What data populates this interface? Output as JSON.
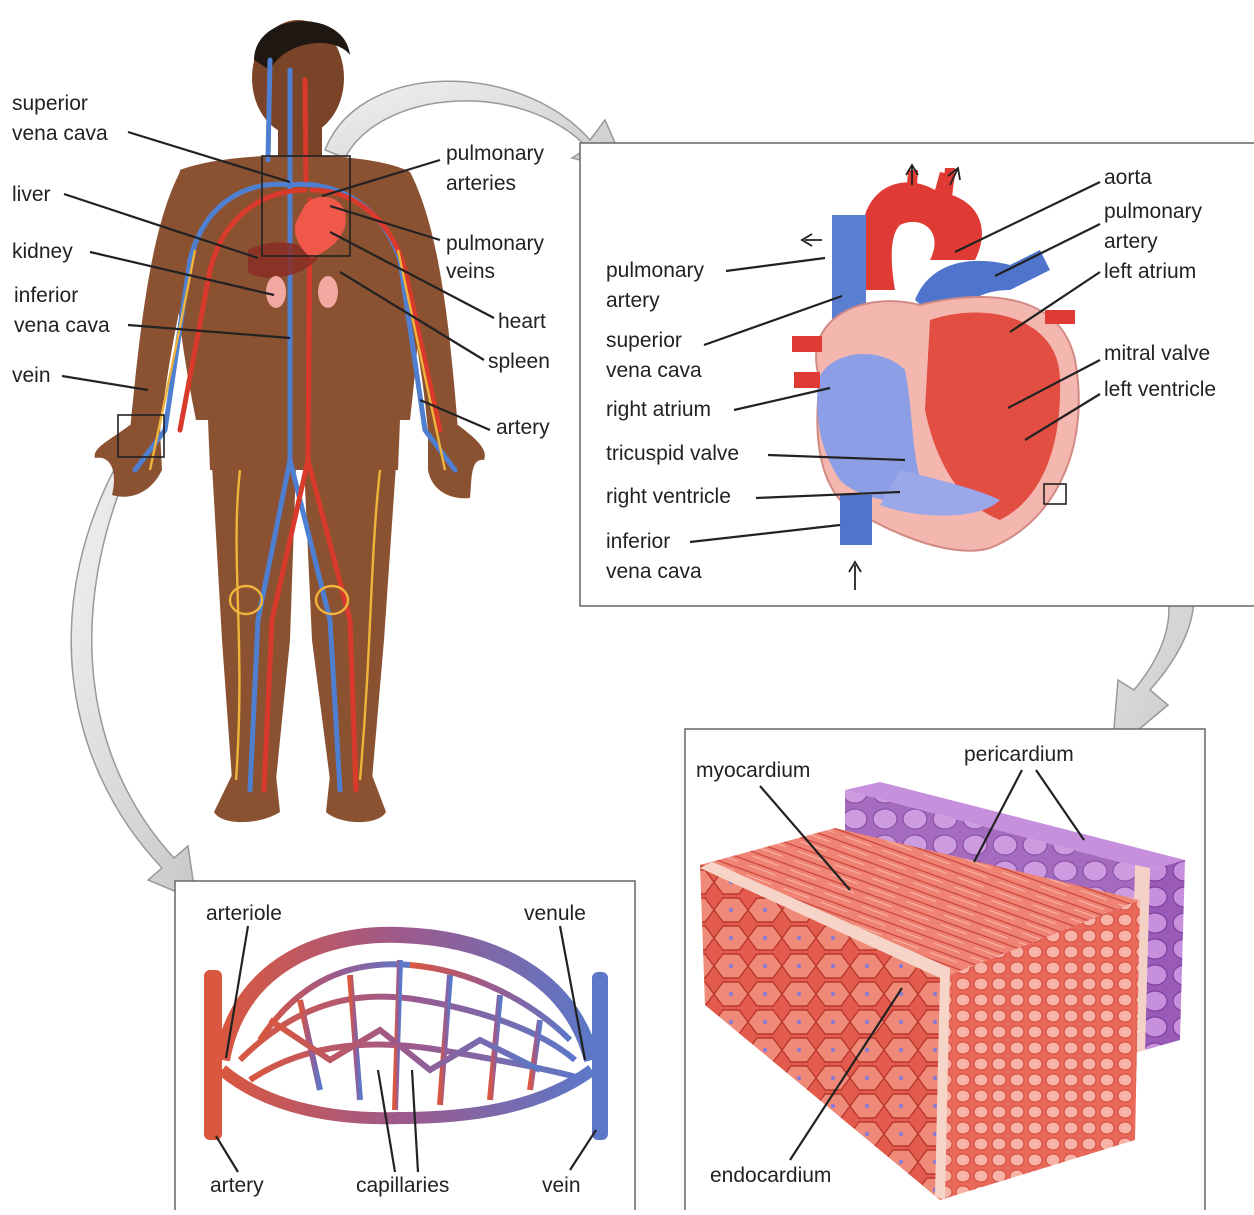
{
  "labels": {
    "body": {
      "superior_vena_cava": [
        "superior",
        "vena cava"
      ],
      "liver": "liver",
      "kidney": "kidney",
      "inferior_vena_cava": [
        "inferior",
        "vena cava"
      ],
      "vein": "vein",
      "pulmonary_arteries": [
        "pulmonary",
        "arteries"
      ],
      "pulmonary_veins": [
        "pulmonary",
        "veins"
      ],
      "heart": "heart",
      "spleen": "spleen",
      "artery": "artery"
    },
    "heart": {
      "aorta": "aorta",
      "pulmonary_artery_right": [
        "pulmonary",
        "artery"
      ],
      "left_atrium": "left atrium",
      "mitral_valve": "mitral valve",
      "left_ventricle": "left ventricle",
      "pulmonary_artery_left": [
        "pulmonary",
        "artery"
      ],
      "superior_vena_cava": [
        "superior",
        "vena cava"
      ],
      "right_atrium": "right atrium",
      "tricuspid_valve": "tricuspid valve",
      "right_ventricle": "right ventricle",
      "inferior_vena_cava": [
        "inferior",
        "vena cava"
      ]
    },
    "capillary": {
      "arteriole": "arteriole",
      "venule": "venule",
      "artery": "artery",
      "capillaries": "capillaries",
      "vein": "vein"
    },
    "tissue": {
      "myocardium": "myocardium",
      "pericardium": "pericardium",
      "endocardium": "endocardium"
    }
  },
  "colors": {
    "skin": "#8a5230",
    "artery_red": "#d93a2b",
    "vein_blue": "#4f7fd0",
    "nerve_yellow": "#f0b43c",
    "heart_red": "#e5463c",
    "muscle_pink": "#e8685a",
    "pericardium_purple": "#a56cc4",
    "panel_border": "#666666"
  }
}
